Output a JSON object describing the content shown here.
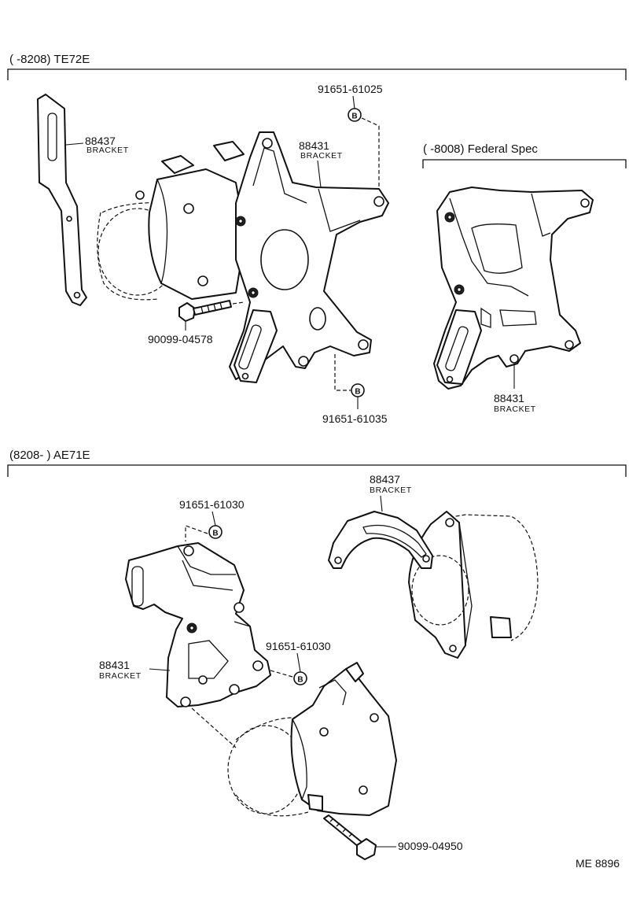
{
  "sections": [
    {
      "id": "upper",
      "header": "(       -8208) TE72E"
    },
    {
      "id": "sub",
      "header": "(       -8008) Federal Spec"
    },
    {
      "id": "lower",
      "header": "(8208-       ) AE71E"
    }
  ],
  "callouts": {
    "u_bracket_88437": {
      "number": "88437",
      "name": "BRACKET"
    },
    "u_bracket_88431": {
      "number": "88431",
      "name": "BRACKET"
    },
    "u_nut_top": {
      "number": "91651-61025",
      "marker": "B"
    },
    "u_bolt": {
      "number": "90099-04578"
    },
    "u_nut_bottom": {
      "number": "91651-61035",
      "marker": "B"
    },
    "f_bracket_88431": {
      "number": "88431",
      "name": "BRACKET"
    },
    "l_nut_top": {
      "number": "91651-61030",
      "marker": "B"
    },
    "l_bracket_88437": {
      "number": "88437",
      "name": "BRACKET"
    },
    "l_nut_mid": {
      "number": "91651-61030",
      "marker": "B"
    },
    "l_bracket_88431": {
      "number": "88431",
      "name": "BRACKET"
    },
    "l_bolt": {
      "number": "90099-04950"
    }
  },
  "footer": {
    "code": "ME  8896"
  }
}
